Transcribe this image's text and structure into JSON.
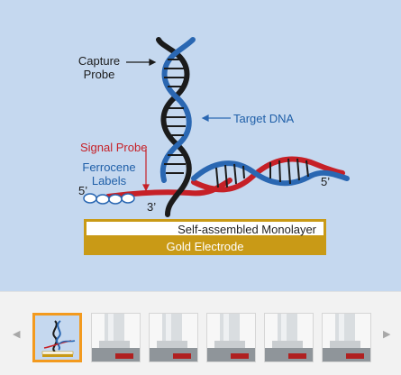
{
  "diagram": {
    "capture_probe_line1": "Capture",
    "capture_probe_line2": "Probe",
    "target_dna": "Target DNA",
    "signal_probe": "Signal Probe",
    "ferrocene_line1": "Ferrocene",
    "ferrocene_line2": "Labels",
    "five_prime_left": "5’",
    "three_prime": "3’",
    "five_prime_right": "5’",
    "sam_label": "Self-assembled Monolayer",
    "gold_label": "Gold Electrode",
    "colors": {
      "background": "#c5d8ef",
      "capture_strand": "#1b1b1b",
      "target_strand": "#2a67b2",
      "signal_strand": "#c62027",
      "gold": "#c99a16"
    }
  },
  "carousel": {
    "prev_icon": "chevron-left-icon",
    "next_icon": "chevron-right-icon",
    "active_index": 0,
    "thumbnails": [
      {
        "kind": "diagram"
      },
      {
        "kind": "instrument"
      },
      {
        "kind": "instrument"
      },
      {
        "kind": "instrument"
      },
      {
        "kind": "instrument"
      },
      {
        "kind": "instrument"
      }
    ]
  }
}
